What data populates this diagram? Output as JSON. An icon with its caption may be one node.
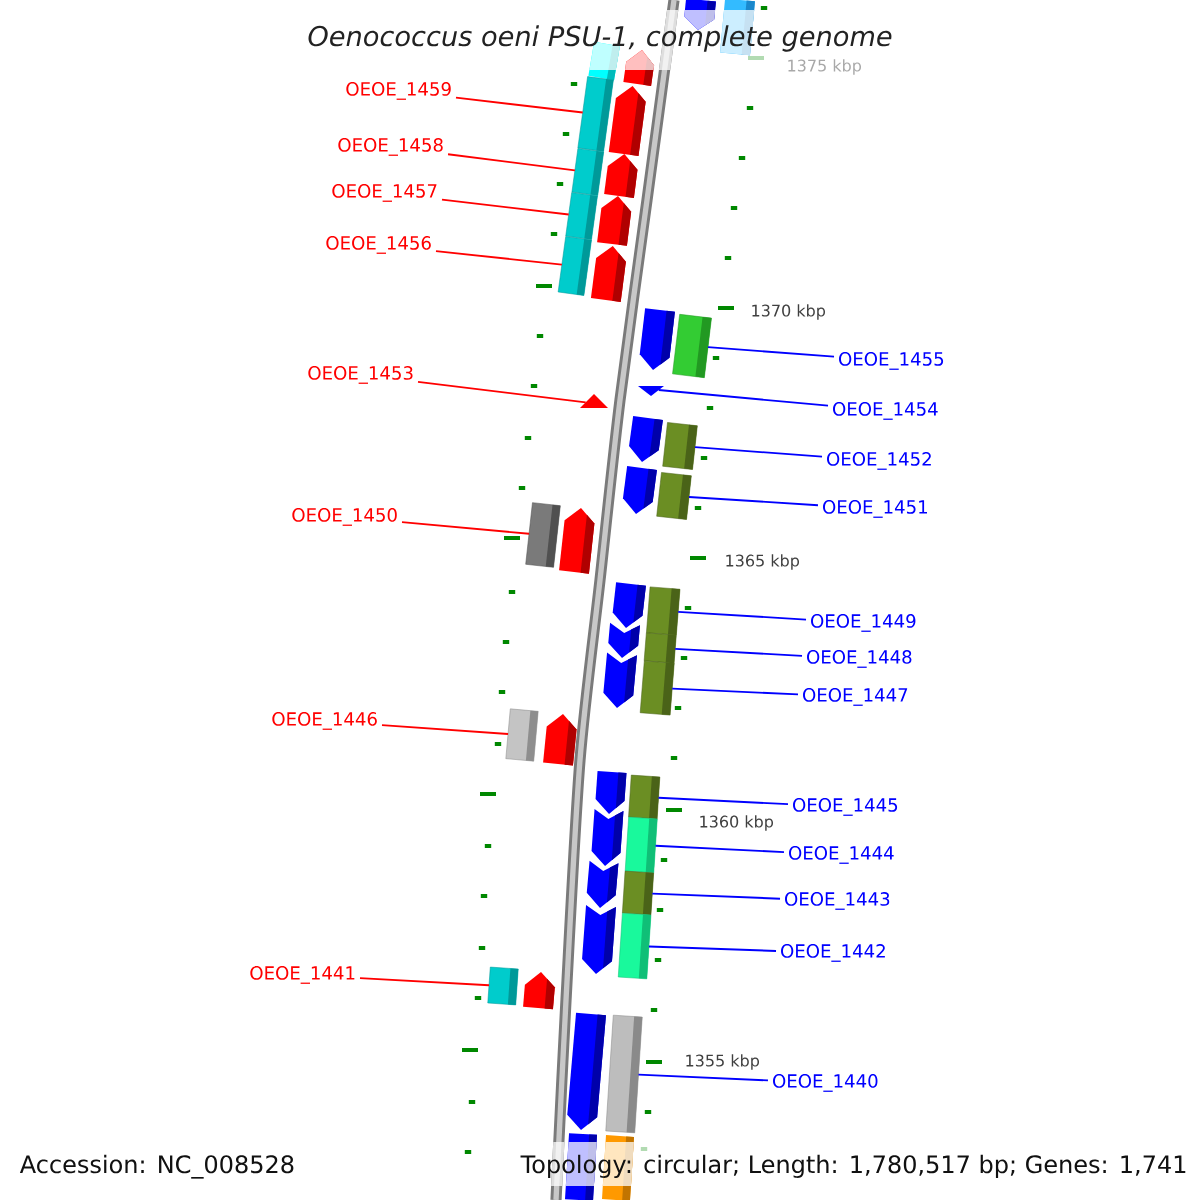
{
  "diagram": {
    "title": "Oenococcus oeni PSU-1, complete genome",
    "nodes": [
      {
        "text": [
          "OEOE_1459"
        ]
      },
      {
        "text": [
          "OEOE_1458"
        ]
      },
      {
        "text": [
          "OEOE_1457"
        ]
      },
      {
        "text": [
          "OEOE_1456"
        ]
      },
      {
        "text": [
          "OEOE_1455"
        ]
      },
      {
        "text": [
          "OEOE_1453"
        ]
      },
      {
        "text": [
          "OEOE_1454"
        ]
      },
      {
        "text": [
          "OEOE_1452"
        ]
      },
      {
        "text": [
          "OEOE_1451"
        ]
      },
      {
        "text": [
          "OEOE_1450"
        ]
      },
      {
        "text": [
          "OEOE_1449"
        ]
      },
      {
        "text": [
          "OEOE_1448"
        ]
      },
      {
        "text": [
          "OEOE_1447"
        ]
      },
      {
        "text": [
          "OEOE_1446"
        ]
      },
      {
        "text": [
          "OEOE_1445"
        ]
      },
      {
        "text": [
          "OEOE_1444"
        ]
      },
      {
        "text": [
          "OEOE_1443"
        ]
      },
      {
        "text": [
          "OEOE_1442"
        ]
      },
      {
        "text": [
          "OEOE_1441"
        ]
      },
      {
        "text": [
          "OEOE_1440"
        ]
      },
      {
        "text": [],
        "shape": "box"
      },
      {
        "text": [],
        "shape": "box"
      },
      {
        "text": [],
        "shape": "box"
      },
      {
        "text": [],
        "shape": "box"
      },
      {
        "text": [],
        "shape": "box"
      },
      {
        "text": [],
        "shape": "triangle"
      },
      {
        "text": [],
        "shape": "triangle"
      },
      {
        "text": [],
        "shape": "box"
      },
      {
        "text": [],
        "shape": "box"
      },
      {
        "text": [],
        "shape": "box"
      },
      {
        "text": [],
        "shape": "box"
      },
      {
        "text": [],
        "shape": "box"
      },
      {
        "text": [],
        "shape": "box"
      },
      {
        "text": [],
        "shape": "box"
      },
      {
        "text": [],
        "shape": "box"
      },
      {
        "text": [],
        "shape": "box"
      },
      {
        "text": [],
        "shape": "box"
      },
      {
        "text": [],
        "shape": "box"
      },
      {
        "text": [],
        "shape": "box"
      },
      {
        "text": [],
        "shape": "box"
      }
    ],
    "edges": [
      {
        "from": 0,
        "to": 20,
        "arrow": "none",
        "color": "#ff0000"
      },
      {
        "from": 1,
        "to": 21,
        "arrow": "none",
        "color": "#ff0000"
      },
      {
        "from": 2,
        "to": 22,
        "arrow": "none",
        "color": "#ff0000"
      },
      {
        "from": 3,
        "to": 23,
        "arrow": "none",
        "color": "#ff0000"
      },
      {
        "from": 4,
        "to": 24,
        "arrow": "none"
      },
      {
        "from": 5,
        "to": 26,
        "arrow": "none",
        "color": "#ff0000"
      },
      {
        "from": 6,
        "to": 25,
        "arrow": "none"
      },
      {
        "from": 7,
        "to": 27,
        "arrow": "none"
      },
      {
        "from": 8,
        "to": 28,
        "arrow": "none"
      },
      {
        "from": 9,
        "to": 29,
        "arrow": "none",
        "color": "#ff0000"
      },
      {
        "from": 10,
        "to": 30,
        "arrow": "none"
      },
      {
        "from": 11,
        "to": 31,
        "arrow": "none"
      },
      {
        "from": 12,
        "to": 32,
        "arrow": "none"
      },
      {
        "from": 13,
        "to": 33,
        "arrow": "none",
        "color": "#ff0000"
      },
      {
        "from": 14,
        "to": 34,
        "arrow": "none"
      },
      {
        "from": 15,
        "to": 35,
        "arrow": "none"
      },
      {
        "from": 16,
        "to": 36,
        "arrow": "none"
      },
      {
        "from": 17,
        "to": 37,
        "arrow": "none"
      },
      {
        "from": 18,
        "to": 38,
        "arrow": "none",
        "color": "#ff0000"
      },
      {
        "from": 19,
        "to": 39,
        "arrow": "none"
      }
    ],
    "labels": [
      "1375 kbp",
      "1370 kbp",
      "1365 kbp",
      "1360 kbp",
      "1355 kbp",
      "Accession: NC_008528",
      "Topology: circular; Length: 1,780,517 bp; Genes: 1,741"
    ]
  }
}
